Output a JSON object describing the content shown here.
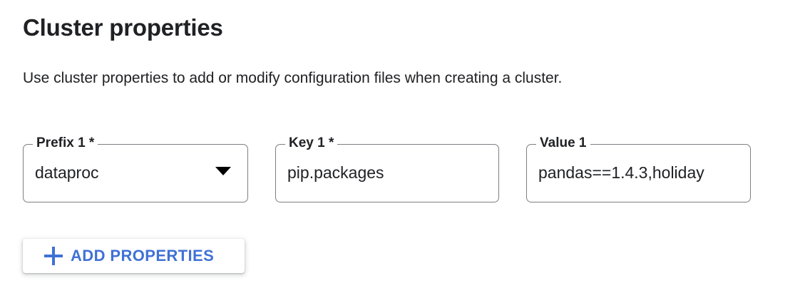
{
  "page": {
    "title": "Cluster properties",
    "description": "Use cluster properties to add or modify configuration files when creating a cluster."
  },
  "fields": [
    {
      "label": "Prefix 1 *",
      "value": "dataproc",
      "type": "select",
      "icon": "chevron-down-icon",
      "required": true
    },
    {
      "label": "Key 1 *",
      "value": "pip.packages",
      "type": "text",
      "required": true
    },
    {
      "label": "Value 1",
      "value": "pandas==1.4.3,holiday",
      "type": "text",
      "required": false
    }
  ],
  "add_button": {
    "label": "ADD PROPERTIES",
    "icon": "plus-icon",
    "color": "#4071d5"
  },
  "colors": {
    "background": "#ffffff",
    "text": "#202124",
    "field_border": "#7d7f83",
    "accent": "#4071d5"
  }
}
